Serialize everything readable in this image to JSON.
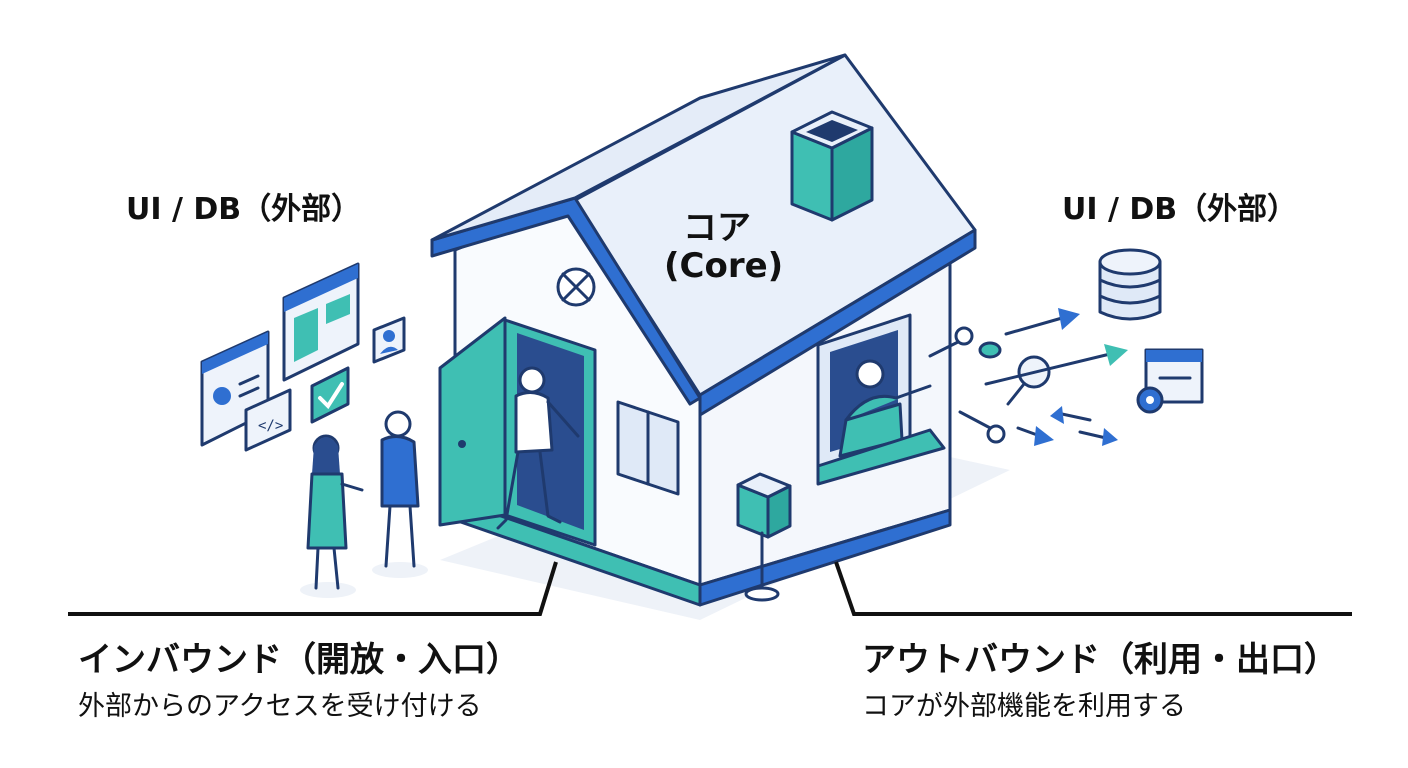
{
  "labels": {
    "left_external": "UI / DB（外部）",
    "right_external": "UI / DB（外部）",
    "core_jp": "コア",
    "core_en": "(Core)"
  },
  "inbound": {
    "title": "インバウンド（開放・入口）",
    "description": "外部からのアクセスを受け付ける"
  },
  "outbound": {
    "title": "アウトバウンド（利用・出口）",
    "description": "コアが外部機能を利用する"
  },
  "colors": {
    "outline": "#1f3a6e",
    "blue": "#2f6fd1",
    "teal": "#3fbfb3",
    "light_blue": "#dfe9f7",
    "wall": "#f7f9fd"
  }
}
